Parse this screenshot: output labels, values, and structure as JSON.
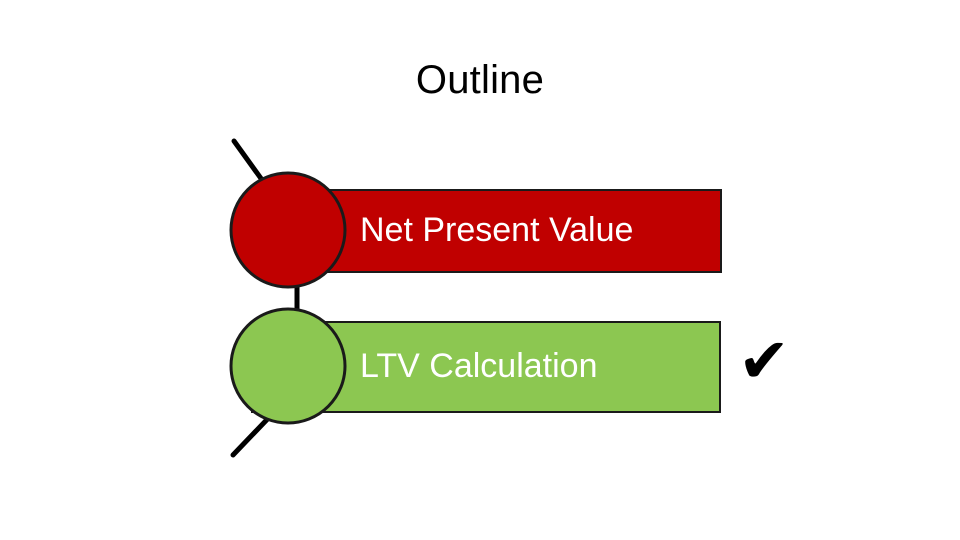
{
  "slide": {
    "title": "Outline",
    "background_color": "#FFFFFF"
  },
  "diagram": {
    "type": "outline-agenda-list",
    "items": [
      {
        "label": "Net Present Value",
        "fill_color": "#C00000",
        "text_color": "#FFFFFF",
        "bullet_shape": "circle",
        "bullet_color": "#C00000",
        "highlighted": false
      },
      {
        "label": "LTV Calculation",
        "fill_color": "#8CC751",
        "text_color": "#FFFFFF",
        "bullet_shape": "circle",
        "bullet_color": "#8CC751",
        "highlighted": true
      }
    ],
    "connector_color": "#000000",
    "outline_color": "#1A1A1A"
  },
  "annotations": {
    "check_glyph": "✔",
    "check_color": "#000000",
    "check_target": "LTV Calculation"
  }
}
